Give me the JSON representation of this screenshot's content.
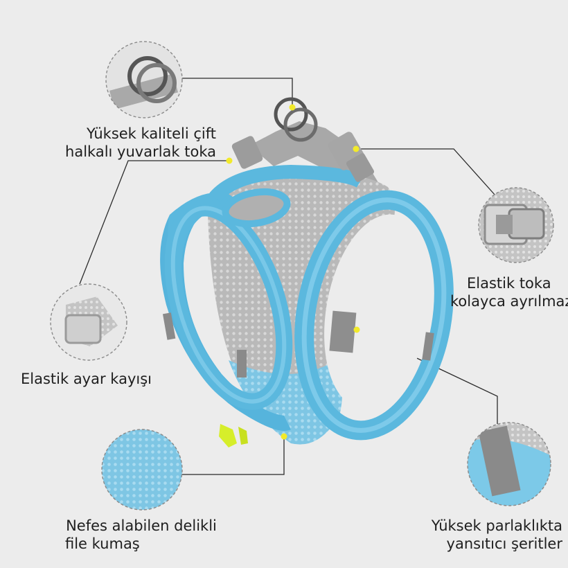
{
  "colors": {
    "background": "#ececec",
    "harness_trim": "#5bb8de",
    "harness_mesh": "#b6b6b6",
    "reflective_strip": "#8a8a8a",
    "marker_dot": "#f2ea2a",
    "leader_line": "#2a2a2a",
    "callout_border": "#8a8a8a"
  },
  "product": {
    "name": "pet harness",
    "callouts": [
      {
        "id": "rings",
        "icon": "double-ring-icon",
        "lines": [
          "Yüksek kaliteli çift",
          "halkalı yuvarlak toka"
        ]
      },
      {
        "id": "buckle",
        "icon": "buckle-icon",
        "lines": [
          "Elastik toka",
          "kolayca ayrılmaz"
        ]
      },
      {
        "id": "strap",
        "icon": "adjust-strap-icon",
        "lines": [
          "Elastik ayar kayışı"
        ]
      },
      {
        "id": "mesh",
        "icon": "mesh-fabric-icon",
        "lines": [
          "Nefes alabilen delikli",
          "file kumaş"
        ]
      },
      {
        "id": "reflective",
        "icon": "reflective-strip-icon",
        "lines": [
          "Yüksek parlaklıkta",
          "yansıtıcı şeritler"
        ]
      }
    ]
  }
}
